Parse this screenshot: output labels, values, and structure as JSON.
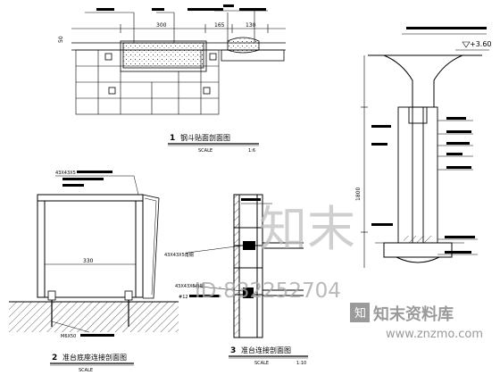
{
  "drawing_1": {
    "number": "1",
    "title": "钢斗贴面剖面图",
    "scale_label": "SCALE",
    "scale_value": "1:6",
    "dims": [
      "300",
      "165",
      "130"
    ]
  },
  "drawing_2": {
    "number": "2",
    "title": "准台底座连接剖面图",
    "scale_label": "SCALE",
    "dims": [
      "43X43X5",
      "330"
    ],
    "note": "M6X50"
  },
  "drawing_3": {
    "number": "3",
    "title": "准台连接剖面图",
    "scale_label": "SCALE",
    "scale_value": "1:10",
    "notes": [
      "43X43X5角钢",
      "43X43X5角钢",
      "#12"
    ]
  },
  "elevation": {
    "level": "+3.60",
    "vertical_dim": "1800"
  },
  "watermark": {
    "center_text": "知末",
    "id_text": "ID:832252704",
    "brand_cn": "知末资料库",
    "brand_url": "www.znzmo.com"
  },
  "colors": {
    "line": "#000000",
    "watermark_gray": "#bfbfbf",
    "watermark_dark": "#9a9a9a"
  }
}
